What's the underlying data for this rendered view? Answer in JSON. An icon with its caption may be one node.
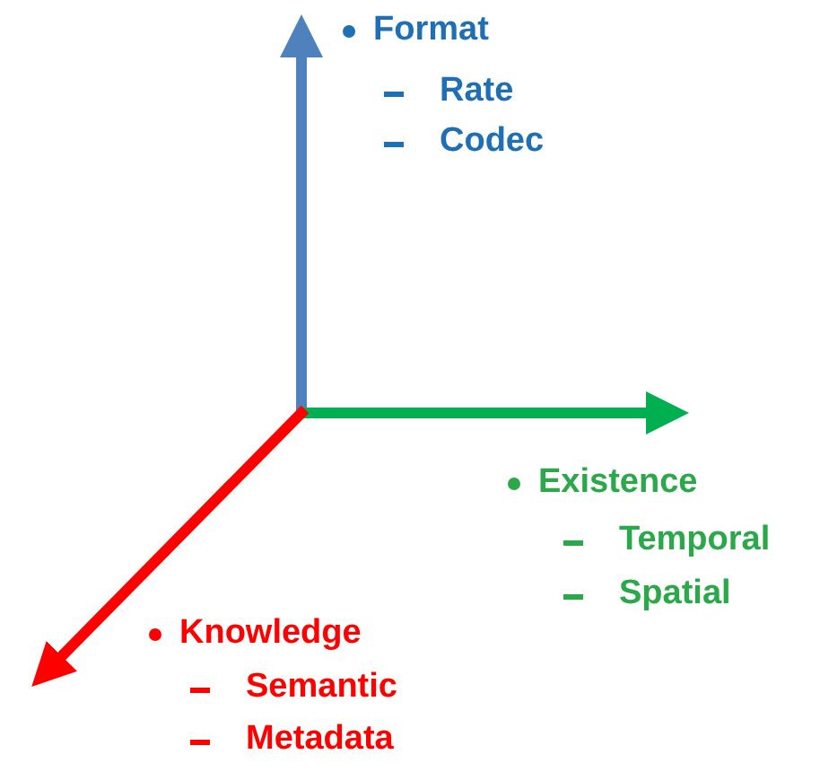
{
  "diagram": {
    "labels": [
      "Format",
      "Rate",
      "Codec",
      "Existence",
      "Temporal",
      "Spatial",
      "Knowledge",
      "Semantic",
      "Metadata"
    ]
  }
}
